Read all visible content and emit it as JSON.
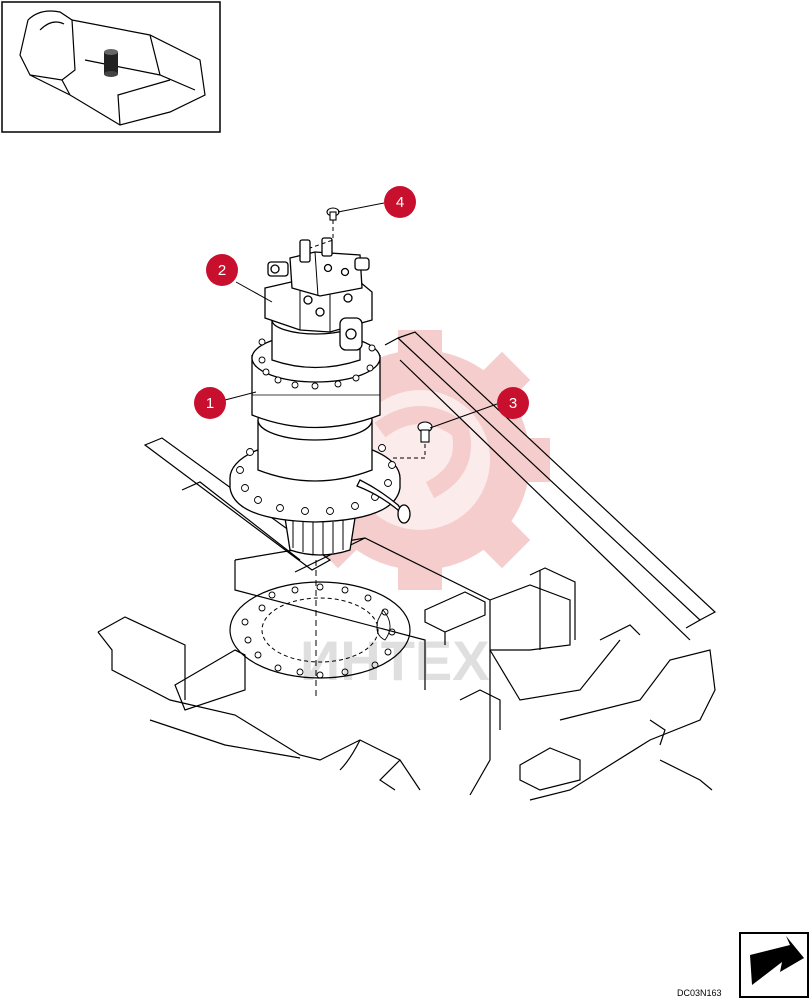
{
  "diagram": {
    "callouts": [
      {
        "id": "callout-1",
        "label": "1"
      },
      {
        "id": "callout-2",
        "label": "2"
      },
      {
        "id": "callout-3",
        "label": "3"
      },
      {
        "id": "callout-4",
        "label": "4"
      }
    ],
    "drawing_code": "DC03N163",
    "watermark_text": "ИНТЕХ"
  },
  "colors": {
    "callout_fill": "#c8102e",
    "line": "#000000",
    "watermark_red": "#f5c8c8",
    "watermark_grey": "#dcdcdc"
  }
}
